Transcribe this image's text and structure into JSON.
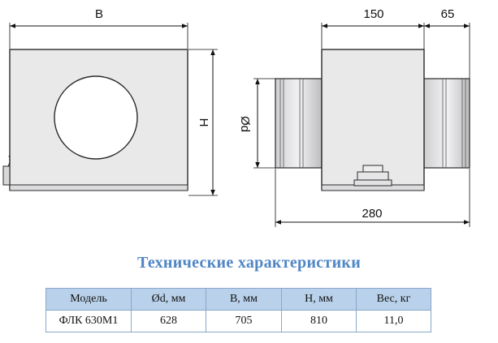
{
  "dimensions": {
    "b": "B",
    "h": "H",
    "d": "Ød",
    "depth": "150",
    "spigot": "65",
    "length": "280"
  },
  "section_title": "Технические характеристики",
  "table": {
    "headers": [
      "Модель",
      "Ød, мм",
      "B, мм",
      "H, мм",
      "Вес, кг"
    ],
    "rows": [
      [
        "ФЛК 630М1",
        "628",
        "705",
        "810",
        "11,0"
      ]
    ]
  },
  "colors": {
    "title": "#4f86c6",
    "header_bg": "#b9d1ea",
    "body_fill": "#e9e9ea",
    "outline": "#2a2a2a"
  }
}
